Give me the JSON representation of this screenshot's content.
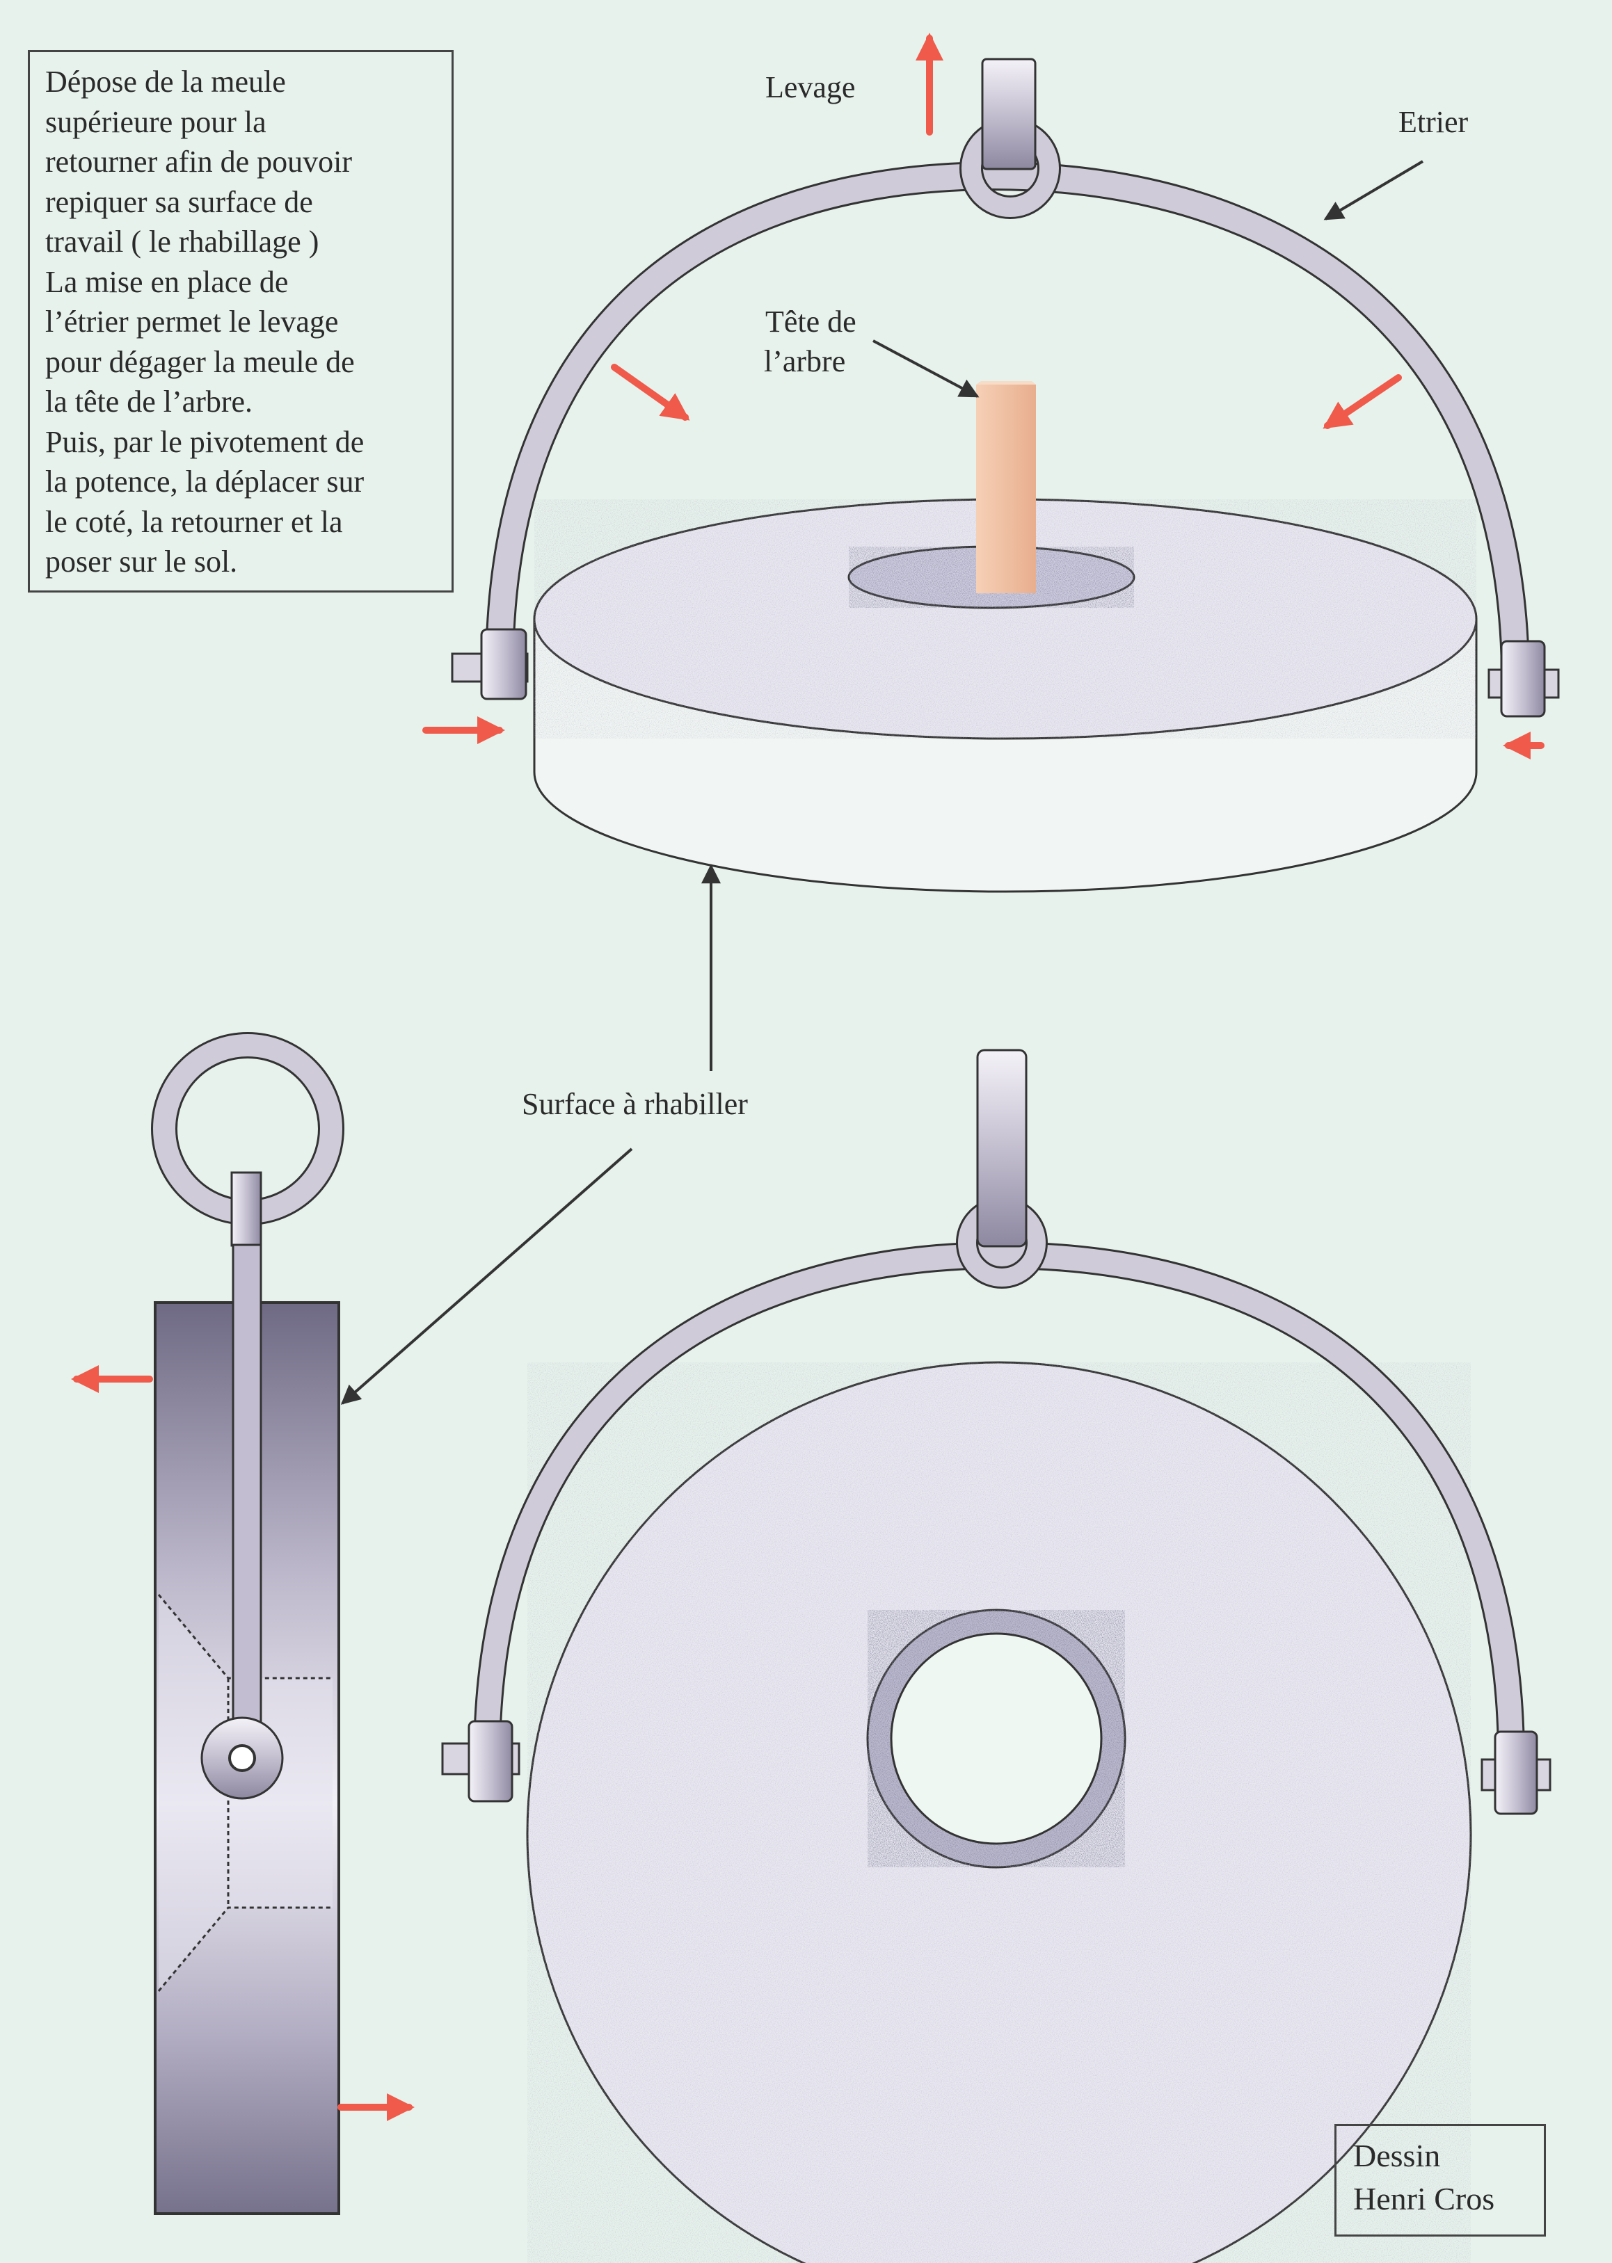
{
  "colors": {
    "background": "#e7f2ec",
    "stone": "#e9e8f1",
    "stone_speckle": "#c9c8d8",
    "iron": "#cfcbd8",
    "iron_dark": "#9a95ab",
    "shaft": "#f1c3a6",
    "arrow_red": "#ef5a4a",
    "line": "#333333"
  },
  "description_lines": [
    "Dépose de la meule",
    "supérieure pour la",
    "retourner afin de pouvoir",
    "repiquer sa surface de",
    "travail ( le rhabillage )",
    "La mise en place de",
    "l’étrier permet le levage",
    "pour dégager la meule de",
    "la tête de l’arbre.",
    "Puis, par le pivotement de",
    "la potence, la déplacer sur",
    "le coté, la retourner et la",
    "poser sur le sol."
  ],
  "labels": {
    "levage": "Levage",
    "etrier": "Etrier",
    "tete_arbre_line1": "Tête de",
    "tete_arbre_line2": "l’arbre",
    "surface": "Surface à rhabiller"
  },
  "credit": {
    "line1": "Dessin",
    "line2": "Henri Cros"
  }
}
